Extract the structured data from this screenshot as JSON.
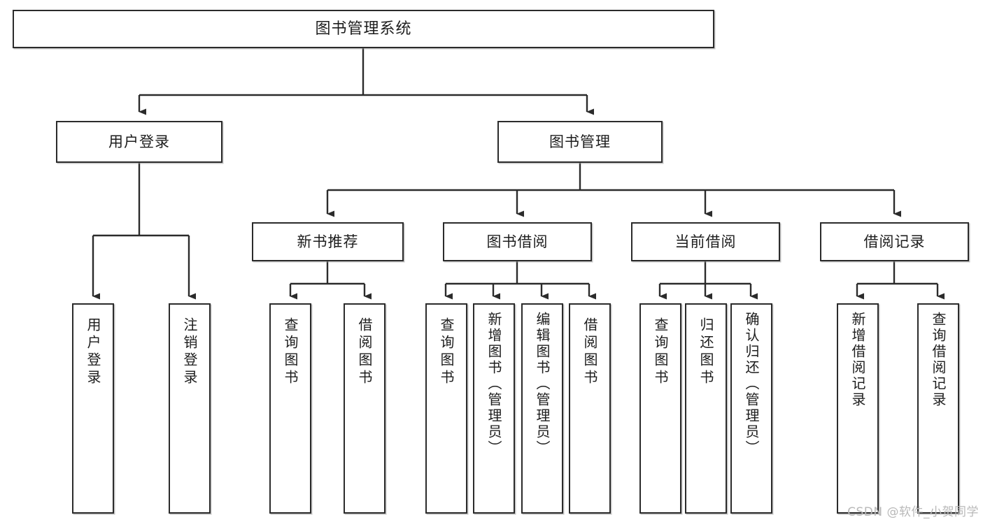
{
  "diagram": {
    "type": "tree",
    "title": "图书管理系统",
    "watermark": "CSDN @软件_小贺同学",
    "colors": {
      "box_border": "#2b2b2b",
      "box_fill": "#ffffff",
      "edge": "#2b2b2b",
      "text": "#1d1d1d",
      "watermark": "#b9b9b9"
    },
    "root": {
      "label": "图书管理系统"
    },
    "level2": [
      {
        "label": "用户登录"
      },
      {
        "label": "图书管理"
      }
    ],
    "level3": [
      {
        "label": "新书推荐"
      },
      {
        "label": "图书借阅"
      },
      {
        "label": "当前借阅"
      },
      {
        "label": "借阅记录"
      }
    ],
    "leaves": {
      "user_login": [
        {
          "label": "用户登录"
        },
        {
          "label": "注销登录"
        }
      ],
      "new_book_recommend": [
        {
          "label": "查询图书"
        },
        {
          "label": "借阅图书"
        }
      ],
      "book_borrow": [
        {
          "label": "查询图书"
        },
        {
          "label": "新增图书（管理员）"
        },
        {
          "label": "编辑图书（管理员）"
        },
        {
          "label": "借阅图书"
        }
      ],
      "current_borrow": [
        {
          "label": "查询图书"
        },
        {
          "label": "归还图书"
        },
        {
          "label": "确认归还（管理员）"
        }
      ],
      "borrow_record": [
        {
          "label": "新增借阅记录"
        },
        {
          "label": "查询借阅记录"
        }
      ]
    }
  }
}
